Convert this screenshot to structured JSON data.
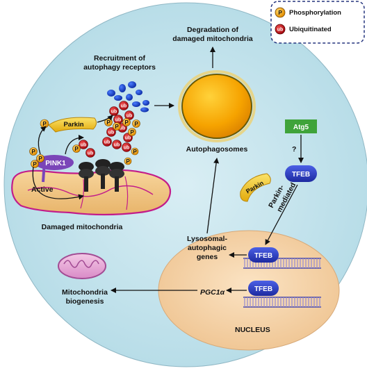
{
  "legend": {
    "phosphorylation_symbol": "P",
    "phosphorylation_label": "Phosphorylation",
    "ubiquitinated_symbol": "ub",
    "ubiquitinated_label": "Ubiquitinated"
  },
  "labels": {
    "degradation": [
      "Degradation of",
      "damaged mitochondria"
    ],
    "recruitment": [
      "Recruitment of",
      "autophagy receptors"
    ],
    "autophagosomes": "Autophagosomes",
    "atg5": "Atg5",
    "question": "?",
    "tfeb": "TFEB",
    "parkin": "Parkin",
    "parkin_mediated": [
      "Parkin-",
      "mediated"
    ],
    "pink1": "PINK1",
    "active": "Active",
    "damaged_mito": "Damaged mitochondria",
    "lysosomal_genes": [
      "Lysosomal-",
      "autophagic",
      "genes"
    ],
    "mito_biogenesis": [
      "Mitochondria",
      "biogenesis"
    ],
    "pgc1a": "PGC1α",
    "nucleus": "NUCLEUS",
    "p": "P",
    "ub": "ub"
  },
  "colors": {
    "cell": "#cde7ef",
    "nucleus": "#f4cfa4",
    "autophagosome": "#f7a400",
    "tfeb": "#2c3ec8",
    "atg5": "#3fa33a",
    "pink1": "#7a45b8",
    "ub": "#c4141c",
    "phospho": "#f0a020",
    "receptor": "#1846c8",
    "parkin": "#f2cb1e"
  }
}
